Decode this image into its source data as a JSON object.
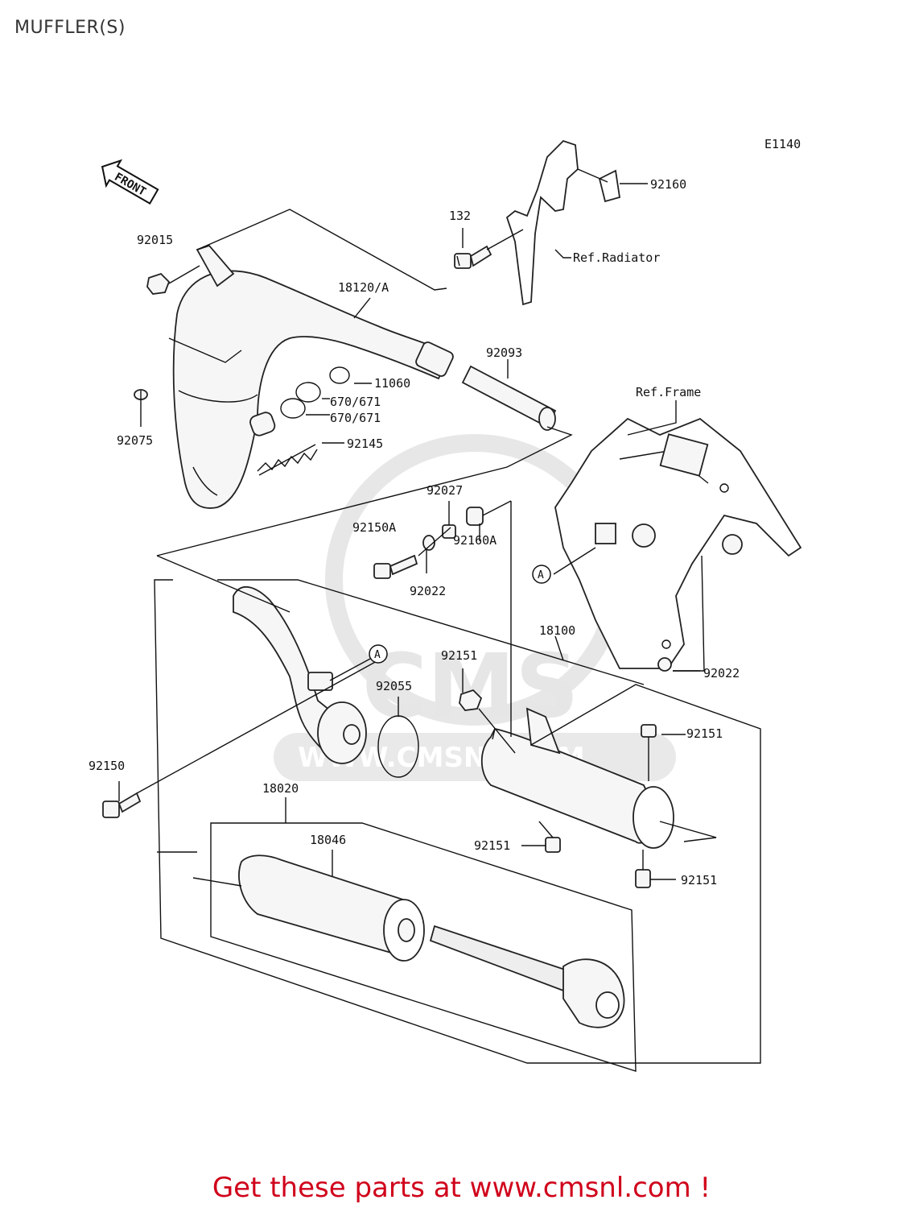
{
  "page": {
    "title": "MUFFLER(S)"
  },
  "diagram": {
    "code": "E1140",
    "front_label": "FRONT",
    "ref_labels": {
      "radiator": "Ref.Radiator",
      "frame": "Ref.Frame"
    },
    "callout_a": "A",
    "watermark": {
      "brand": "CMS",
      "url": "WWW.CMSNL.COM"
    },
    "parts": {
      "p92160": "92160",
      "p132": "132",
      "p92015": "92015",
      "p18120A": "18120/A",
      "p92093": "92093",
      "p11060": "11060",
      "p670a": "670/671",
      "p670b": "670/671",
      "p92075": "92075",
      "p92145": "92145",
      "p92027": "92027",
      "p92150A": "92150A",
      "p92160A": "92160A",
      "p92022a": "92022",
      "p18100": "18100",
      "p92151a": "92151",
      "p92022b": "92022",
      "p92055": "92055",
      "p92151b": "92151",
      "p92150": "92150",
      "p18020": "18020",
      "p18046": "18046",
      "p92151c": "92151",
      "p92151d": "92151"
    }
  },
  "cta": {
    "text": "Get these parts at www.cmsnl.com !",
    "color": "#d0021b"
  }
}
